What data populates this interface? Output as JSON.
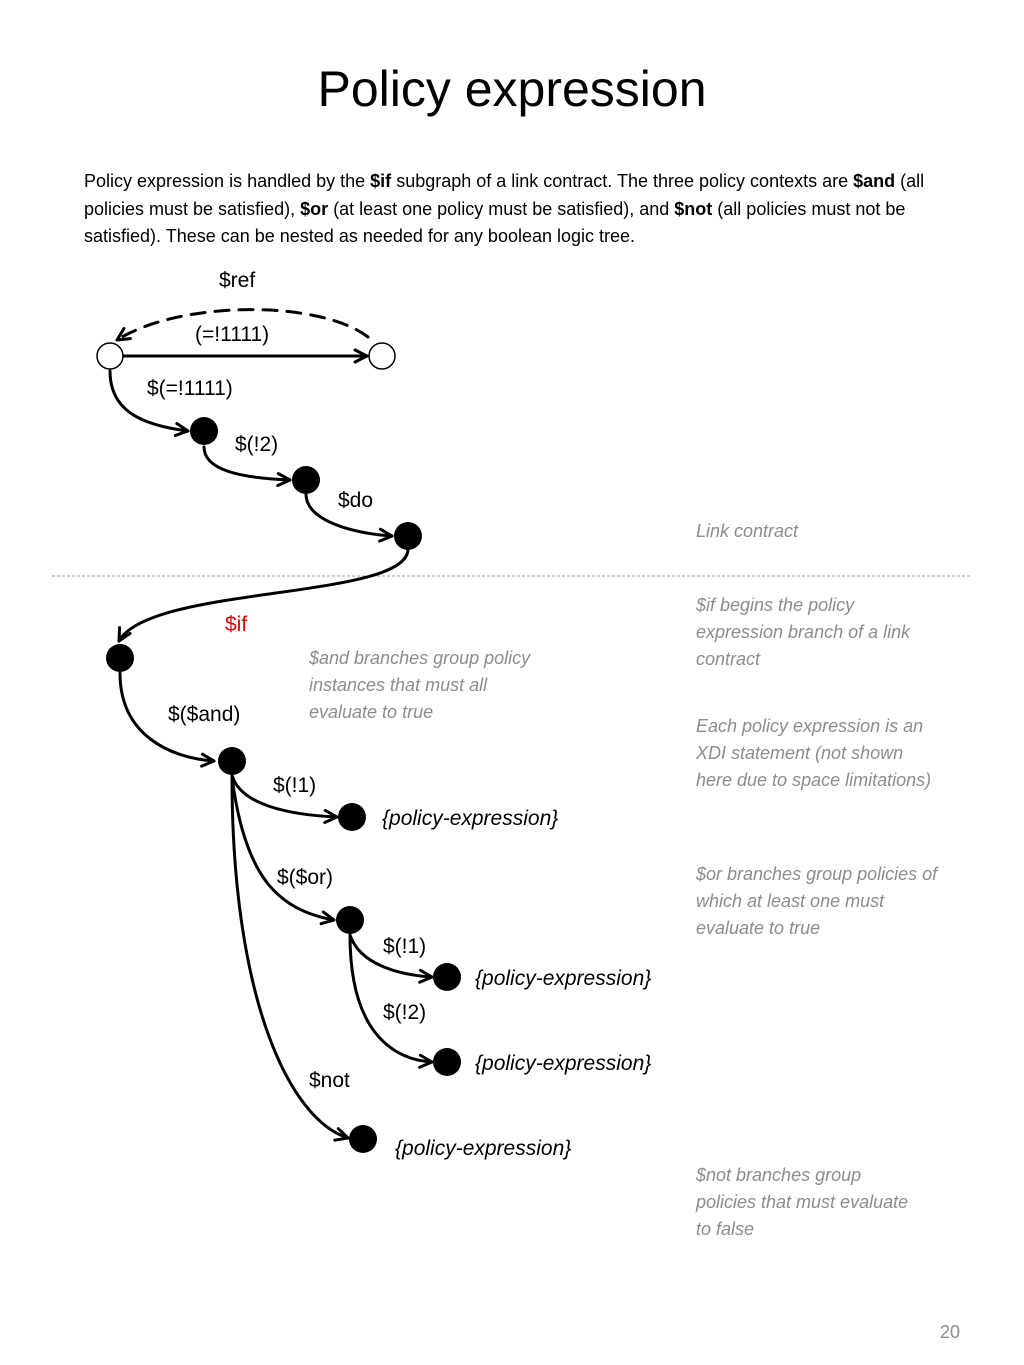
{
  "title": "Policy expression",
  "intro": {
    "p1": "Policy expression is handled by the ",
    "if_kw": "$if",
    "p2": " subgraph of a link contract. The three policy contexts are ",
    "and_kw": "$and",
    "p3": " (all policies must be satisfied), ",
    "or_kw": "$or",
    "p4": " (at least one policy must be satisfied), and ",
    "not_kw": "$not",
    "p5": " (all policies must not be satisfied). These can be nested as needed for any boolean logic tree."
  },
  "labels": {
    "ref": "$ref",
    "root_arc": "(=!1111)",
    "arc_1111": "$(=!1111)",
    "arc_2": "$(!2)",
    "arc_do": "$do",
    "arc_if": "$if",
    "arc_and": "$($and)",
    "arc_and_1": "$(!1)",
    "arc_or": "$($or)",
    "arc_or_1": "$(!1)",
    "arc_or_2": "$(!2)",
    "arc_not": "$not"
  },
  "policy_expressions": {
    "and_1": "{policy-expression}",
    "or_1": "{policy-expression}",
    "or_2": "{policy-expression}",
    "not_1": "{policy-expression}"
  },
  "notes": {
    "link_contract": "Link contract",
    "if_note": "$if begins the policy expression branch of a link contract",
    "and_note": "$and branches group policy instances that must all evaluate to true",
    "each_note": "Each policy expression is an XDI statement (not shown here due to space limitations)",
    "or_note": "$or branches group policies of which at least one must evaluate to true",
    "not_note": "$not branches group policies that must evaluate to false"
  },
  "colors": {
    "if_label": "#e00000",
    "note_text": "#8c8c8c",
    "divider": "#999999"
  },
  "page_number": "20"
}
